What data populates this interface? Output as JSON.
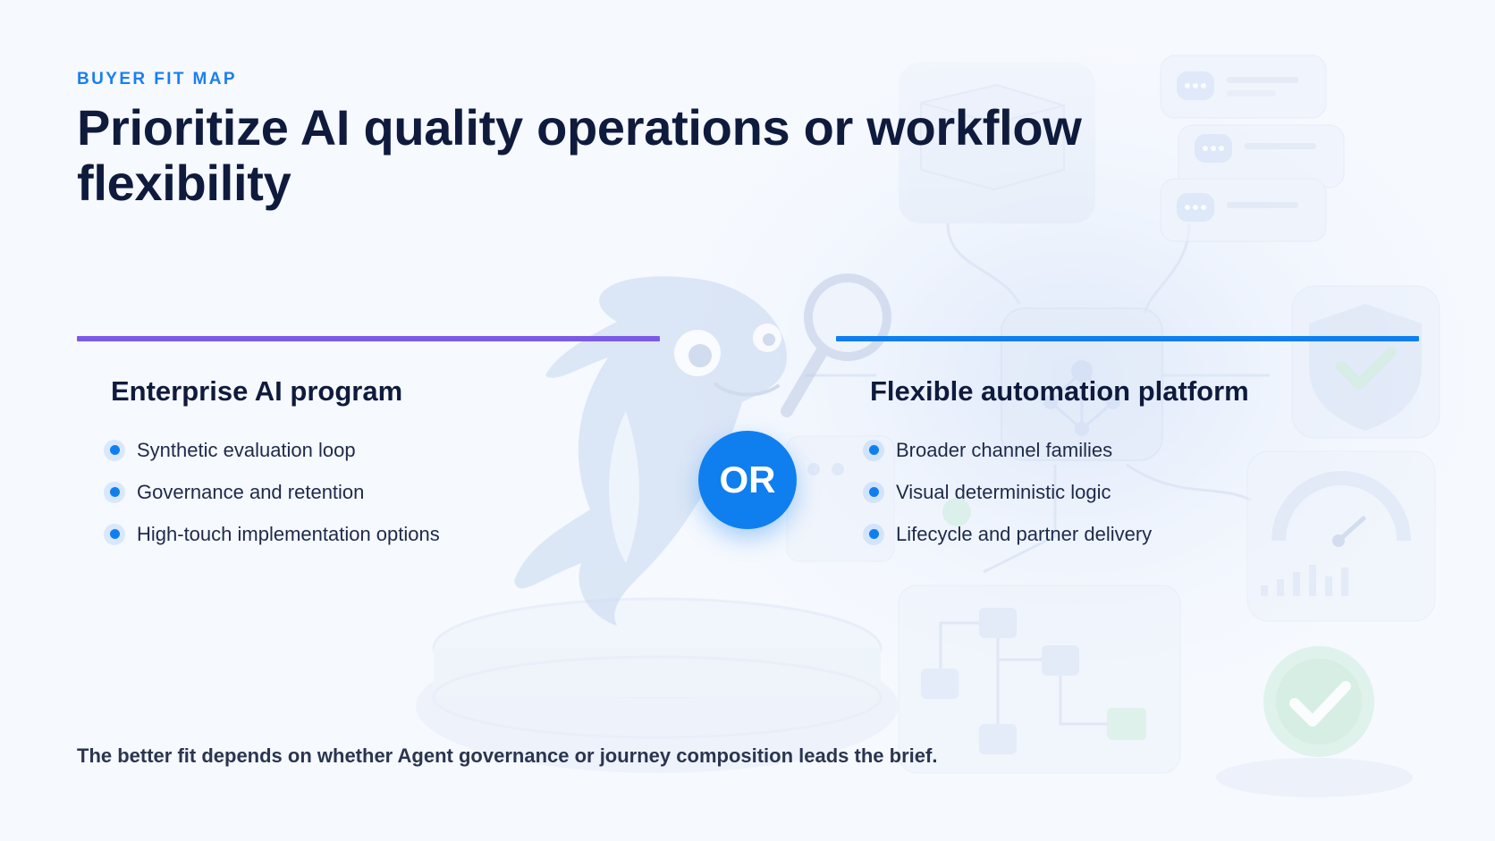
{
  "eyebrow": "BUYER FIT MAP",
  "headline": "Prioritize AI quality operations or workflow flexibility",
  "left": {
    "title": "Enterprise AI program",
    "accent": "#7c5ae6",
    "points": [
      "Synthetic evaluation loop",
      "Governance and retention",
      "High-touch implementation options"
    ]
  },
  "divider_label": "OR",
  "right": {
    "title": "Flexible automation platform",
    "accent": "#0f7ff0",
    "points": [
      "Broader channel families",
      "Visual deterministic logic",
      "Lifecycle and partner delivery"
    ]
  },
  "footer": "The better fit depends on whether Agent governance or journey composition leads the brief.",
  "colors": {
    "background": "#f6f9fe",
    "eyebrow": "#1a7ff0",
    "headline": "#0f1b3d",
    "bullet": "#0f7ff0"
  },
  "illustration": {
    "icons": [
      "dolphin-mascot",
      "magnifier-icon",
      "chat-bubble-icon",
      "shield-check-icon",
      "gauge-icon",
      "flowchart-icon",
      "check-badge-icon",
      "network-chip-icon"
    ]
  }
}
